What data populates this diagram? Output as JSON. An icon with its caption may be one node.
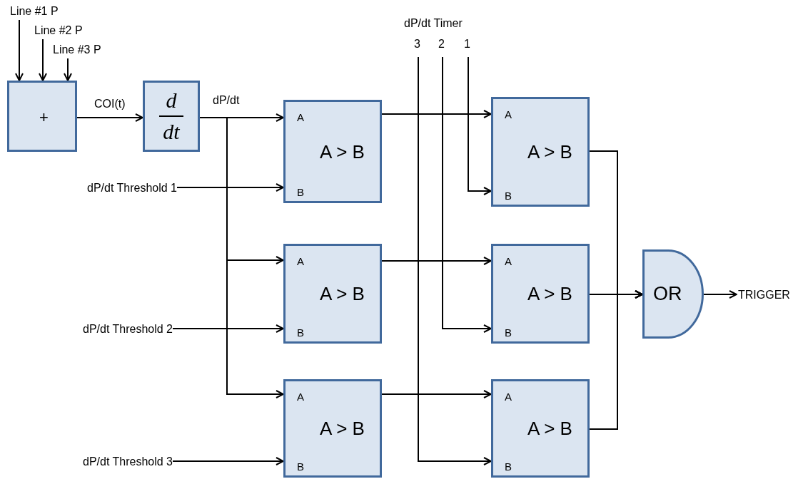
{
  "diagram": {
    "nodes": [
      {
        "text": [
          "Line #1 P"
        ]
      },
      {
        "text": [
          "Line #2 P"
        ]
      },
      {
        "text": [
          "Line #3 P"
        ]
      },
      {
        "text": [
          "+"
        ]
      },
      {
        "text": [
          "d",
          "dt"
        ]
      },
      {
        "text": [
          "A",
          "A > B",
          "B"
        ]
      },
      {
        "text": [
          "A",
          "A > B",
          "B"
        ]
      },
      {
        "text": [
          "A",
          "A > B",
          "B"
        ]
      },
      {
        "text": [
          "A",
          "A > B",
          "B"
        ]
      },
      {
        "text": [
          "A",
          "A > B",
          "B"
        ]
      },
      {
        "text": [
          "A",
          "A > B",
          "B"
        ]
      },
      {
        "text": [
          "OR"
        ]
      },
      {
        "text": [
          "TRIGGER"
        ]
      },
      {
        "text": [
          "dP/dt Threshold 1"
        ]
      },
      {
        "text": [
          "dP/dt Threshold 2"
        ]
      },
      {
        "text": [
          "dP/dt Threshold 3"
        ]
      },
      {
        "text": [
          "3"
        ]
      },
      {
        "text": [
          "2"
        ]
      },
      {
        "text": [
          "1"
        ]
      }
    ],
    "edges": [
      {
        "from": 0,
        "to": 3,
        "arrow": "to"
      },
      {
        "from": 1,
        "to": 3,
        "arrow": "to"
      },
      {
        "from": 2,
        "to": 3,
        "arrow": "to"
      },
      {
        "from": 3,
        "to": 4,
        "arrow": "to",
        "label": "COI(t)"
      },
      {
        "from": 4,
        "to": 5,
        "arrow": "to",
        "label": "dP/dt"
      },
      {
        "from": 4,
        "to": 6,
        "arrow": "to"
      },
      {
        "from": 4,
        "to": 7,
        "arrow": "to"
      },
      {
        "from": 13,
        "to": 5,
        "arrow": "to"
      },
      {
        "from": 14,
        "to": 6,
        "arrow": "to"
      },
      {
        "from": 15,
        "to": 7,
        "arrow": "to"
      },
      {
        "from": 5,
        "to": 8,
        "arrow": "to"
      },
      {
        "from": 6,
        "to": 9,
        "arrow": "to"
      },
      {
        "from": 7,
        "to": 10,
        "arrow": "to"
      },
      {
        "from": 18,
        "to": 8,
        "arrow": "to"
      },
      {
        "from": 17,
        "to": 9,
        "arrow": "to"
      },
      {
        "from": 16,
        "to": 10,
        "arrow": "to"
      },
      {
        "from": 8,
        "to": 11,
        "arrow": "to"
      },
      {
        "from": 9,
        "to": 11,
        "arrow": "to"
      },
      {
        "from": 10,
        "to": 11,
        "arrow": "to"
      },
      {
        "from": 11,
        "to": 12,
        "arrow": "to"
      }
    ],
    "labels": [
      "dP/dt Timer"
    ]
  }
}
